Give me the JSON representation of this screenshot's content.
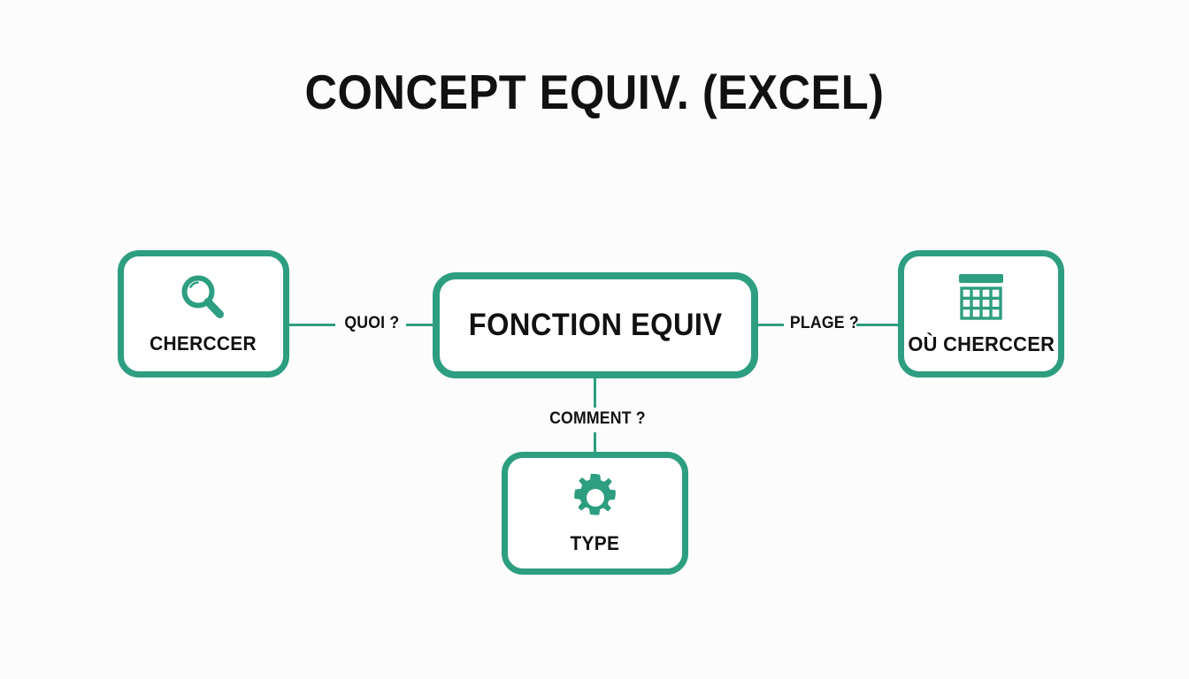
{
  "page": {
    "title": "CONCEPT EQUIV. (EXCEL)",
    "background_color": "#fcfcfc",
    "accent_color": "#2e9e80",
    "text_color": "#111111"
  },
  "nodes": {
    "center": {
      "label": "FONCTION EQUIV",
      "icon": ""
    },
    "left": {
      "label": "CHERCCER",
      "icon": "magnifier-icon"
    },
    "right": {
      "label": "OÙ CHERCCER",
      "icon": "table-grid-icon"
    },
    "bottom": {
      "label": "TYPE",
      "icon": "gear-icon"
    }
  },
  "edges": {
    "left": {
      "label": "QUOI ?"
    },
    "right": {
      "label": "PLAGE ?"
    },
    "bottom": {
      "label": "COMMENT ?"
    }
  },
  "chart_data": {
    "type": "diagram",
    "title": "CONCEPT EQUIV. (EXCEL)",
    "layout": "radial / hub-and-spoke",
    "hub": "FONCTION EQUIV",
    "spokes": [
      {
        "edge_label": "QUOI ?",
        "node_label": "CHERCCER",
        "icon": "magnifier-icon",
        "direction": "left"
      },
      {
        "edge_label": "PLAGE ?",
        "node_label": "OÙ CHERCCER",
        "icon": "table-grid-icon",
        "direction": "right"
      },
      {
        "edge_label": "COMMENT ?",
        "node_label": "TYPE",
        "icon": "gear-icon",
        "direction": "down"
      }
    ]
  }
}
